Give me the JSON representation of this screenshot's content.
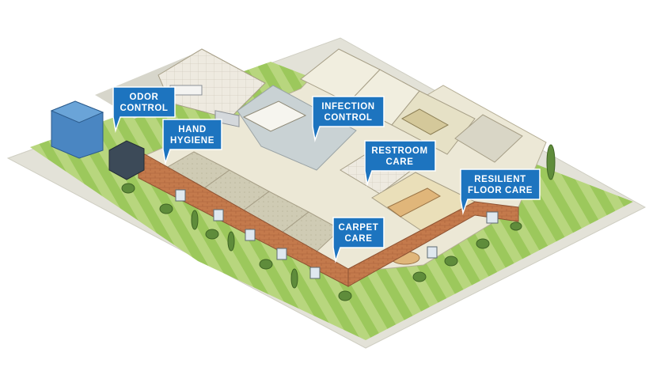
{
  "colors": {
    "callout_fill": "#1d74bf",
    "callout_stroke": "#ffffff",
    "grass_light": "#b8d67e",
    "grass_dark": "#8fbd4f",
    "pavement": "#e3e2d8",
    "floor": "#ece8d6",
    "brick": "#c47a4c",
    "wall_top": "#f3efe2",
    "equipment_blue": "#4a86c2"
  },
  "callouts": [
    {
      "id": "odor-control",
      "lines": [
        "ODOR",
        "CONTROL"
      ]
    },
    {
      "id": "hand-hygiene",
      "lines": [
        "HAND",
        "HYGIENE"
      ]
    },
    {
      "id": "infection-control",
      "lines": [
        "INFECTION",
        "CONTROL"
      ]
    },
    {
      "id": "restroom-care",
      "lines": [
        "RESTROOM",
        "CARE"
      ]
    },
    {
      "id": "resilient-floor-care",
      "lines": [
        "RESILIENT",
        "FLOOR CARE"
      ]
    },
    {
      "id": "carpet-care",
      "lines": [
        "CARPET",
        "CARE"
      ]
    }
  ]
}
